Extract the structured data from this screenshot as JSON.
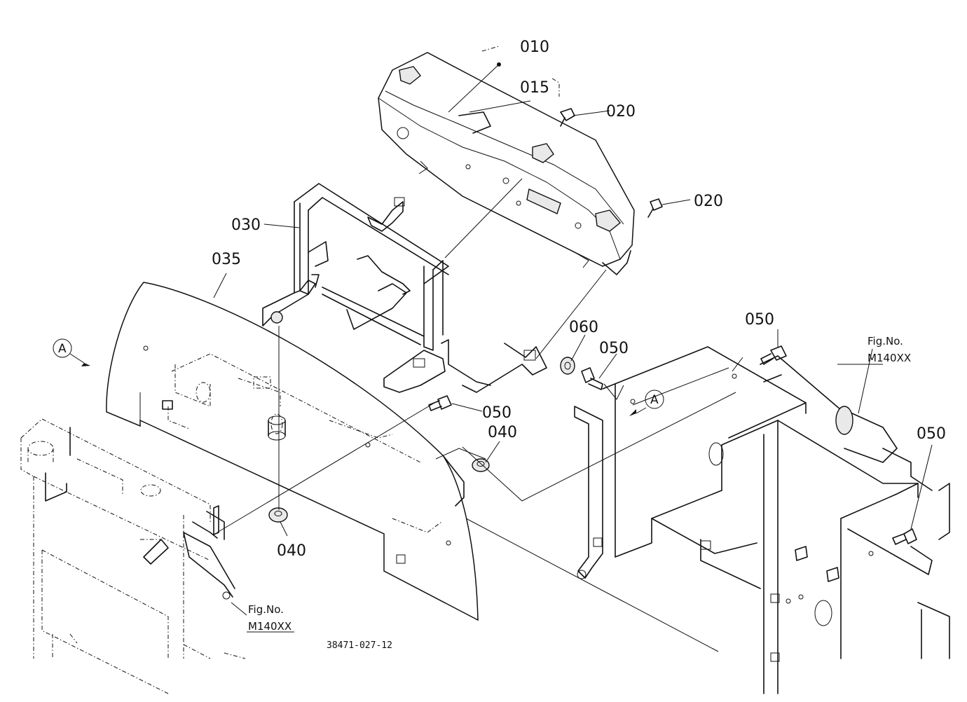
{
  "callouts": {
    "p010": "010",
    "p015": "015",
    "p020a": "020",
    "p020b": "020",
    "p030": "030",
    "p035": "035",
    "p040a": "040",
    "p040b": "040",
    "p050a": "050",
    "p050b": "050",
    "p050c": "050",
    "p050d": "050",
    "p060": "060"
  },
  "views": {
    "left_marker": "A",
    "right_marker": "A"
  },
  "references": {
    "left_fig_label": "Fig.No.",
    "left_fig_code": "M140XX",
    "right_fig_label": "Fig.No.",
    "right_fig_code": "M140XX"
  },
  "drawing_number": "38471-027-12"
}
